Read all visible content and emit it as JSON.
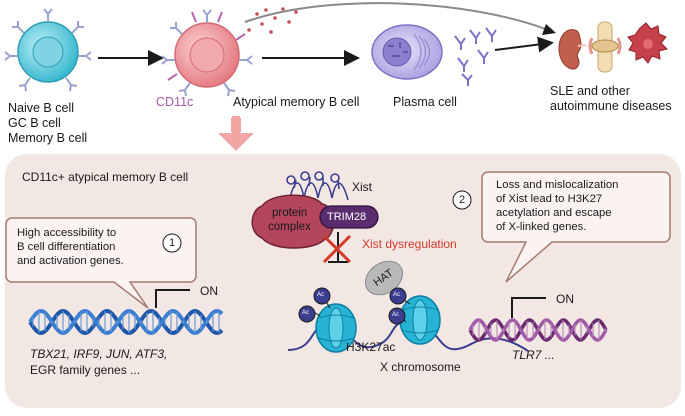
{
  "top": {
    "naive_lines": [
      "Naive B cell",
      "GC B cell",
      "Memory B cell"
    ],
    "cd11c_label": "CD11c",
    "atypical_label": "Atypical memory B cell",
    "plasma_label": "Plasma cell",
    "disease_lines": [
      "SLE and other",
      "autoimmune diseases"
    ]
  },
  "panel": {
    "title": "CD11c+ atypical memory B cell",
    "bubble1": {
      "number": "1",
      "lines": [
        "High accessibility   to",
        "B cell differentiation",
        "and activation genes."
      ]
    },
    "bubble2": {
      "number": "2",
      "lines": [
        "Loss and mislocalization",
        "of Xist  lead  to  H3K27",
        "acetylation and escape",
        "of X-linked genes."
      ]
    },
    "on_left": "ON",
    "on_right": "ON",
    "genes_left_line1": "TBX21, IRF9, JUN, ATF3,",
    "genes_left_line2": "EGR family genes ...",
    "xist_label": "Xist",
    "protein_complex_lines": [
      "protein",
      "complex"
    ],
    "trim28_label": "TRIM28",
    "dysregulation_label": "Xist dysregulation",
    "hat_label": "HAT",
    "ac_label": "Ac",
    "h3k27ac_label": "H3K27ac",
    "x_chromosome_label": "X chromosome",
    "tlr7_label": "TLR7 ..."
  },
  "colors": {
    "panel_bg": "#f3e7e4",
    "cell_teal": "#4fc3d6",
    "cell_pink": "#e88d92",
    "plasma_purple": "#9b8fd4",
    "dna_blue": "#1f57a8",
    "dna_purple": "#6a2a6e",
    "protein_complex": "#b3465b",
    "trim28": "#5b2d6e",
    "dysregulation_red": "#d43a2a",
    "arrow_pink": "#f1a6a3",
    "nucleosome": "#27b3d6",
    "hat_gray": "#b9b9b9",
    "ac_navy": "#3b3e8f"
  }
}
